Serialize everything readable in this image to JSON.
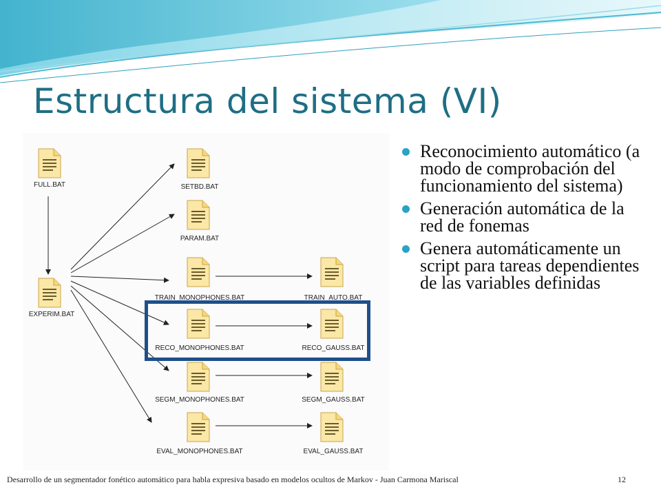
{
  "slide": {
    "title": "Estructura del sistema (VI)",
    "footer": "Desarrollo de un segmentador fonético automático para habla expresiva basado en modelos ocultos de Markov - Juan Carmona Mariscal",
    "page_number": "12"
  },
  "bullets": [
    "Reconocimiento automático (a modo de comprobación del funcionamiento del sistema)",
    "Generación automática de la red de fonemas",
    "Genera automáticamente un script para tareas dependientes de las variables definidas"
  ],
  "diagram": {
    "files": {
      "full": "FULL.BAT",
      "experim": "EXPERIM.BAT",
      "setbd": "SETBD.BAT",
      "param": "PARAM.BAT",
      "train_mono": "TRAIN_MONOPHONES.BAT",
      "train_auto": "TRAIN_AUTO.BAT",
      "reco_mono": "RECO_MONOPHONES.BAT",
      "reco_gauss": "RECO_GAUSS.BAT",
      "segm_mono": "SEGM_MONOPHONES.BAT",
      "segm_gauss": "SEGM_GAUSS.BAT",
      "eval_mono": "EVAL_MONOPHONES.BAT",
      "eval_gauss": "EVAL_GAUSS.BAT"
    },
    "highlighted": "RECO_MONOPHONES.BAT → RECO_GAUSS.BAT"
  },
  "colors": {
    "title": "#1f6e84",
    "bullet": "#2aa3c2",
    "highlight_border": "#1e4f8a",
    "file_icon": "#f2c94c"
  }
}
